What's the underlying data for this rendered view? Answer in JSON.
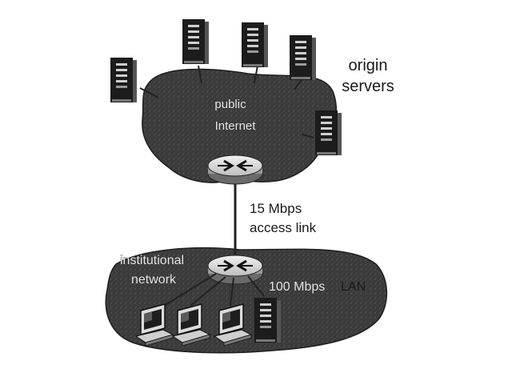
{
  "labels": {
    "origin_servers": [
      "origin",
      "servers"
    ],
    "public_internet": [
      "public",
      "Internet"
    ],
    "access_link": [
      "15 Mbps",
      "access link"
    ],
    "institutional_network": [
      "institutional",
      "network"
    ],
    "lan_speed_part1": "100 Mbps",
    "lan_speed_part2": "LAN"
  },
  "colors": {
    "cloud_fill": "#3a3a3a",
    "link_color": "#222222",
    "server_dark": "#1c1c1c",
    "router_fill": "#dcdcdc"
  },
  "icons": {
    "server": "server-tower-icon",
    "router": "router-icon",
    "workstation": "desktop-computer-icon"
  }
}
